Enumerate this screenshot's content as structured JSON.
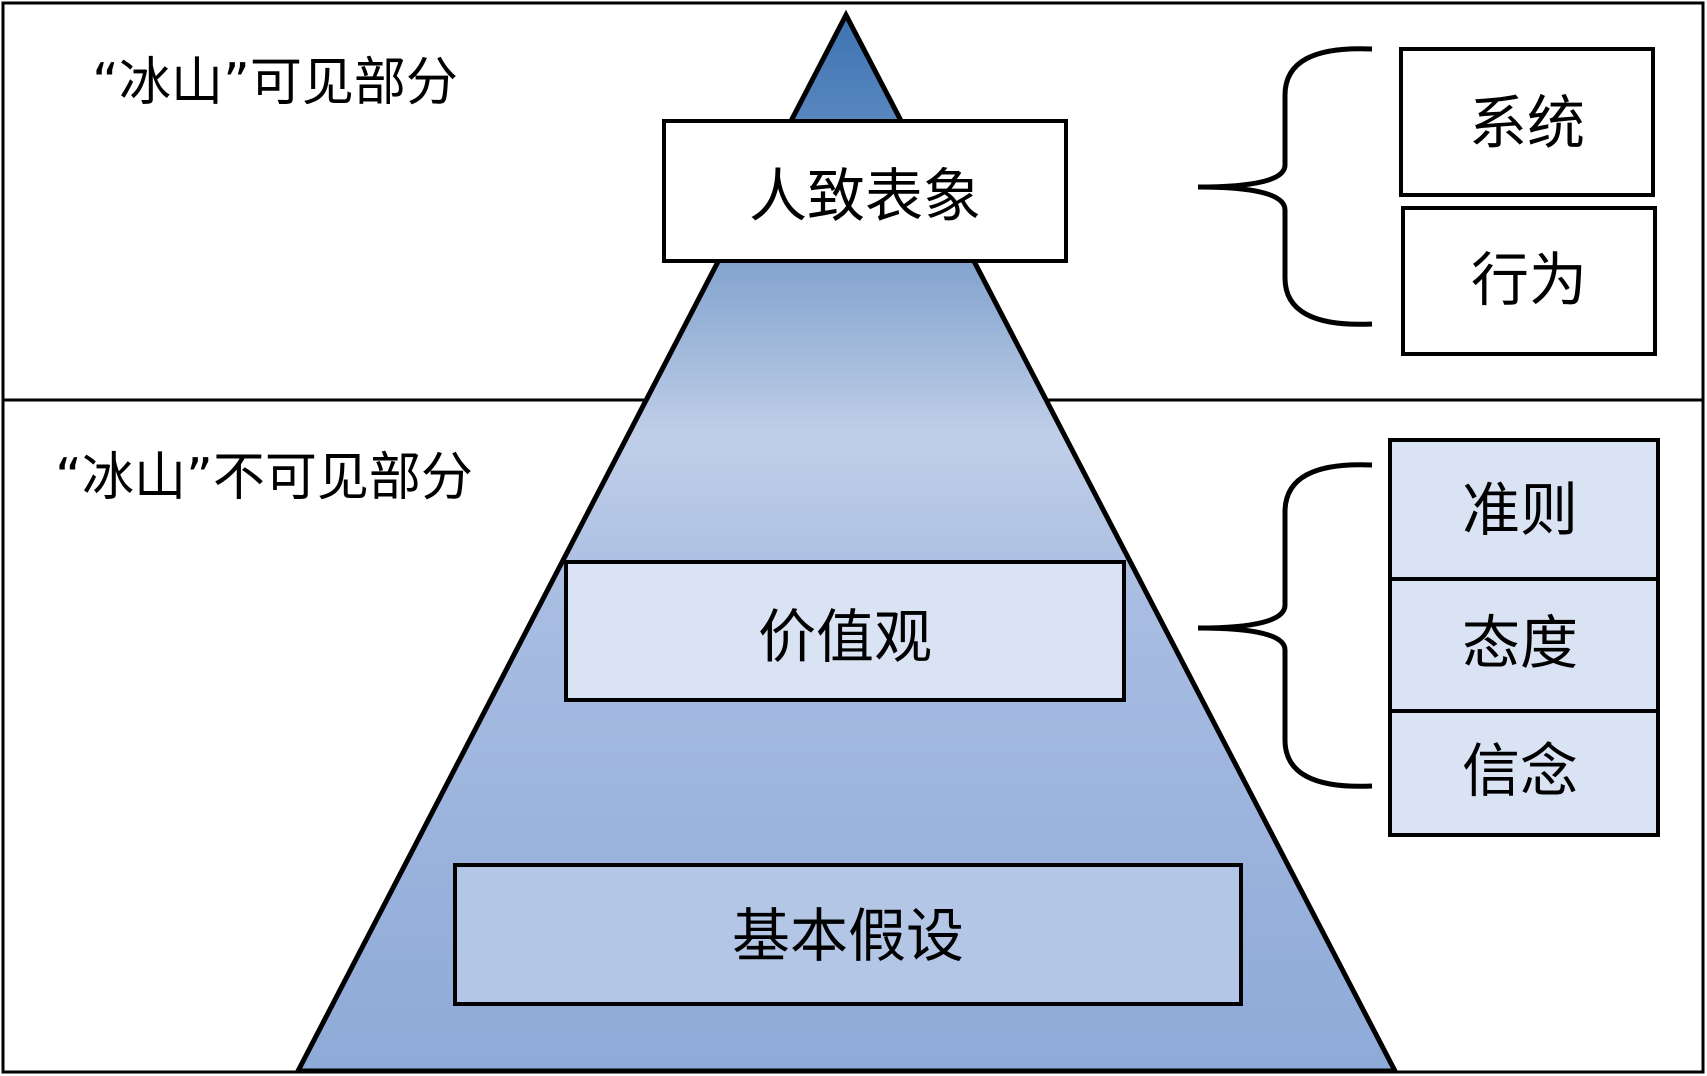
{
  "visible_section": {
    "label": "“冰山”可见部分"
  },
  "hidden_section": {
    "label": "“冰山”不可见部分"
  },
  "pyramid": {
    "top_box": "人致表象",
    "middle_box": "价值观",
    "bottom_box": "基本假设"
  },
  "visible_items": [
    "系统",
    "行为"
  ],
  "hidden_items": [
    "准则",
    "态度",
    "信念"
  ],
  "colors": {
    "pyramid_top": "#3d74b3",
    "pyramid_light": "#c3d2ea",
    "pyramid_bottom": "#8eaad8",
    "light_box": "#d9e3f3",
    "base_box": "#b3c6e5",
    "stroke": "#000000"
  }
}
